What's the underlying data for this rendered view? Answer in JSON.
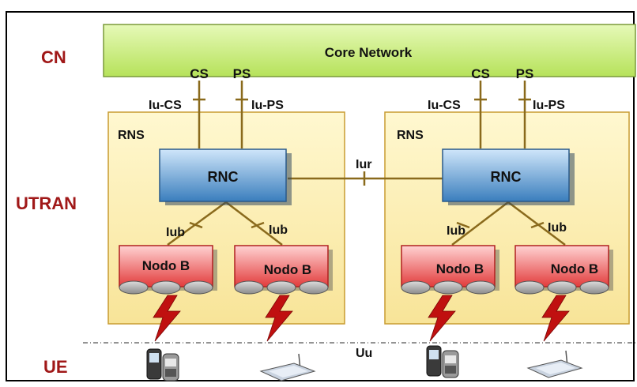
{
  "layer_labels": {
    "cn": "CN",
    "utran": "UTRAN",
    "ue": "UE"
  },
  "core_network": {
    "label": "Core Network"
  },
  "domains": {
    "cs": "CS",
    "ps": "PS"
  },
  "interfaces": {
    "iu_cs": "Iu-CS",
    "iu_ps": "Iu-PS",
    "iur": "Iur",
    "iub": "Iub",
    "uu": "Uu"
  },
  "rns": [
    {
      "label": "RNS",
      "rnc": "RNC",
      "node_b": [
        "Nodo B",
        "Nodo B"
      ]
    },
    {
      "label": "RNS",
      "rnc": "RNC",
      "node_b": [
        "Nodo B",
        "Nodo B"
      ]
    }
  ],
  "ue_devices": [
    "mobile-phone-icon",
    "pc-card-modem-icon",
    "mobile-phone-icon",
    "pc-card-modem-icon"
  ],
  "colors": {
    "layer_label": "#a01818",
    "core_network_fill": "#c8ee7a",
    "rns_fill": "#fbeeaa",
    "rns_border": "#c89c30",
    "rnc_fill": "#4a8ec8",
    "node_b_fill": "#e84a4a",
    "link": "#8a6a1c",
    "lightning": "#c01010"
  }
}
